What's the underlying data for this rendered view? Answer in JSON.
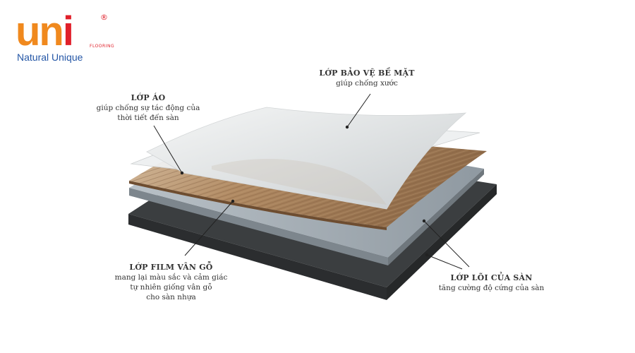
{
  "logo": {
    "brand": "un",
    "brand_dot": "i",
    "registered": "®",
    "flooring": "FLOORING",
    "tagline": "Natural Unique"
  },
  "labels": {
    "surface": {
      "title": "LỚP BẢO VỆ BỀ MẶT",
      "lines": [
        "giúp chống xước"
      ]
    },
    "coat": {
      "title": "LỚP ÁO",
      "lines": [
        "giúp chống sự tác động của",
        "thời tiết đến sàn"
      ]
    },
    "film": {
      "title": "LỚP FILM VÂN GỖ",
      "lines": [
        "mang lại màu sắc và cảm giác",
        "tự nhiên giống vân gỗ",
        "cho sàn nhựa"
      ]
    },
    "core": {
      "title": "LỚP LÕI CỦA SÀN",
      "lines": [
        "tăng cường độ cứng của sàn"
      ]
    }
  },
  "colors": {
    "brand_orange": "#f0891e",
    "brand_red": "#e0202a",
    "tagline_blue": "#2456a6",
    "base_layer": "#3a3d3e",
    "core_layer": "#9aa4ac",
    "wood_layer": "#a8825c",
    "clear_layer": "#e8eaeb"
  }
}
